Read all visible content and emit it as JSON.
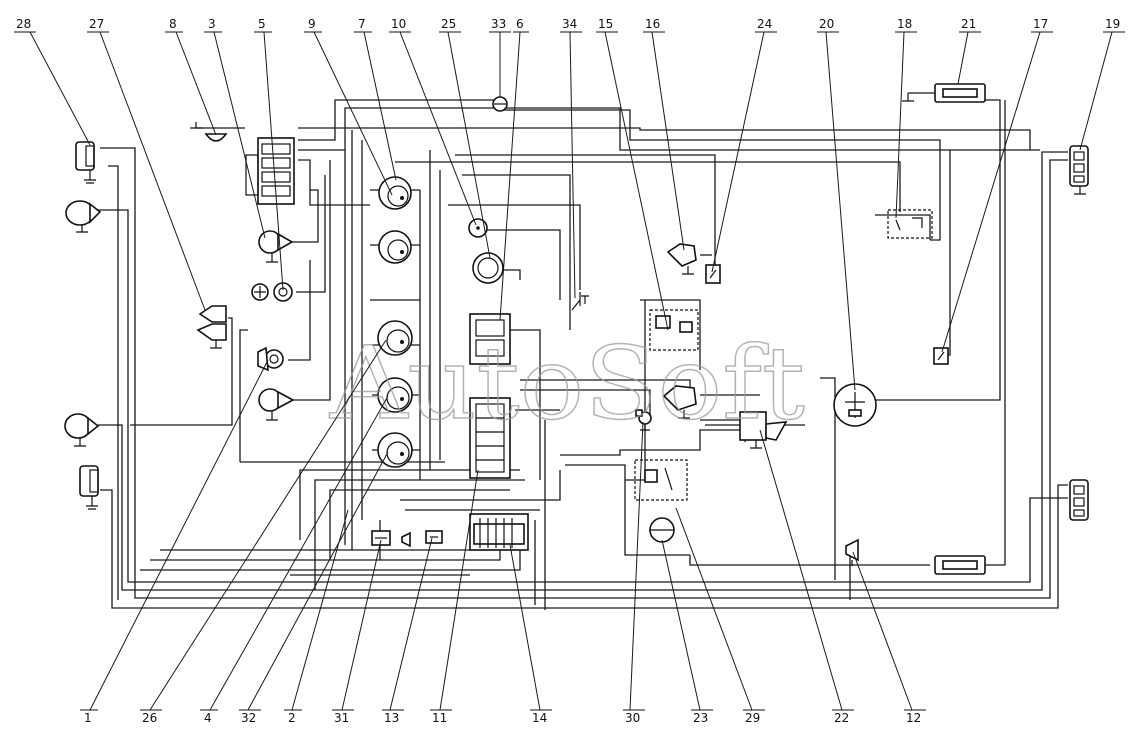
{
  "diagram": {
    "title": "",
    "watermark": "AutoSoft",
    "top_labels": [
      "28",
      "27",
      "8",
      "3",
      "5",
      "9",
      "7",
      "10",
      "25",
      "33",
      "6",
      "34",
      "15",
      "16",
      "24",
      "20",
      "18",
      "21",
      "17",
      "19"
    ],
    "bottom_labels": [
      "1",
      "26",
      "4",
      "32",
      "2",
      "31",
      "13",
      "11",
      "14",
      "30",
      "23",
      "29",
      "22",
      "12"
    ],
    "components": [
      {
        "id": "1",
        "icon": "lamp-icon"
      },
      {
        "id": "2",
        "icon": "connector-icon"
      },
      {
        "id": "3",
        "icon": "lamp-icon"
      },
      {
        "id": "4",
        "icon": "gauge-icon"
      },
      {
        "id": "5",
        "icon": "gauge-icon"
      },
      {
        "id": "6",
        "icon": "switch-icon"
      },
      {
        "id": "7",
        "icon": "gauge-icon"
      },
      {
        "id": "8",
        "icon": "lamp-icon"
      },
      {
        "id": "9",
        "icon": "gauge-icon"
      },
      {
        "id": "10",
        "icon": "gauge-icon"
      },
      {
        "id": "11",
        "icon": "fuse-box-icon"
      },
      {
        "id": "12",
        "icon": "horn-icon"
      },
      {
        "id": "13",
        "icon": "relay-icon"
      },
      {
        "id": "14",
        "icon": "connector-block-icon"
      },
      {
        "id": "15",
        "icon": "relay-icon"
      },
      {
        "id": "16",
        "icon": "lamp-icon"
      },
      {
        "id": "17",
        "icon": "sensor-icon"
      },
      {
        "id": "18",
        "icon": "relay-icon"
      },
      {
        "id": "19",
        "icon": "rear-lamp-icon"
      },
      {
        "id": "20",
        "icon": "generator-icon"
      },
      {
        "id": "21",
        "icon": "battery-icon"
      },
      {
        "id": "22",
        "icon": "starter-icon"
      },
      {
        "id": "23",
        "icon": "motor-icon"
      },
      {
        "id": "24",
        "icon": "sensor-icon"
      },
      {
        "id": "25",
        "icon": "gauge-icon"
      },
      {
        "id": "26",
        "icon": "gauge-icon"
      },
      {
        "id": "27",
        "icon": "side-lamp-icon"
      },
      {
        "id": "28",
        "icon": "front-lamp-icon"
      },
      {
        "id": "29",
        "icon": "relay-icon"
      },
      {
        "id": "30",
        "icon": "switch-icon"
      },
      {
        "id": "31",
        "icon": "switch-icon"
      },
      {
        "id": "32",
        "icon": "wire-icon"
      },
      {
        "id": "33",
        "icon": "buzzer-icon"
      },
      {
        "id": "34",
        "icon": "switch-icon"
      }
    ]
  }
}
